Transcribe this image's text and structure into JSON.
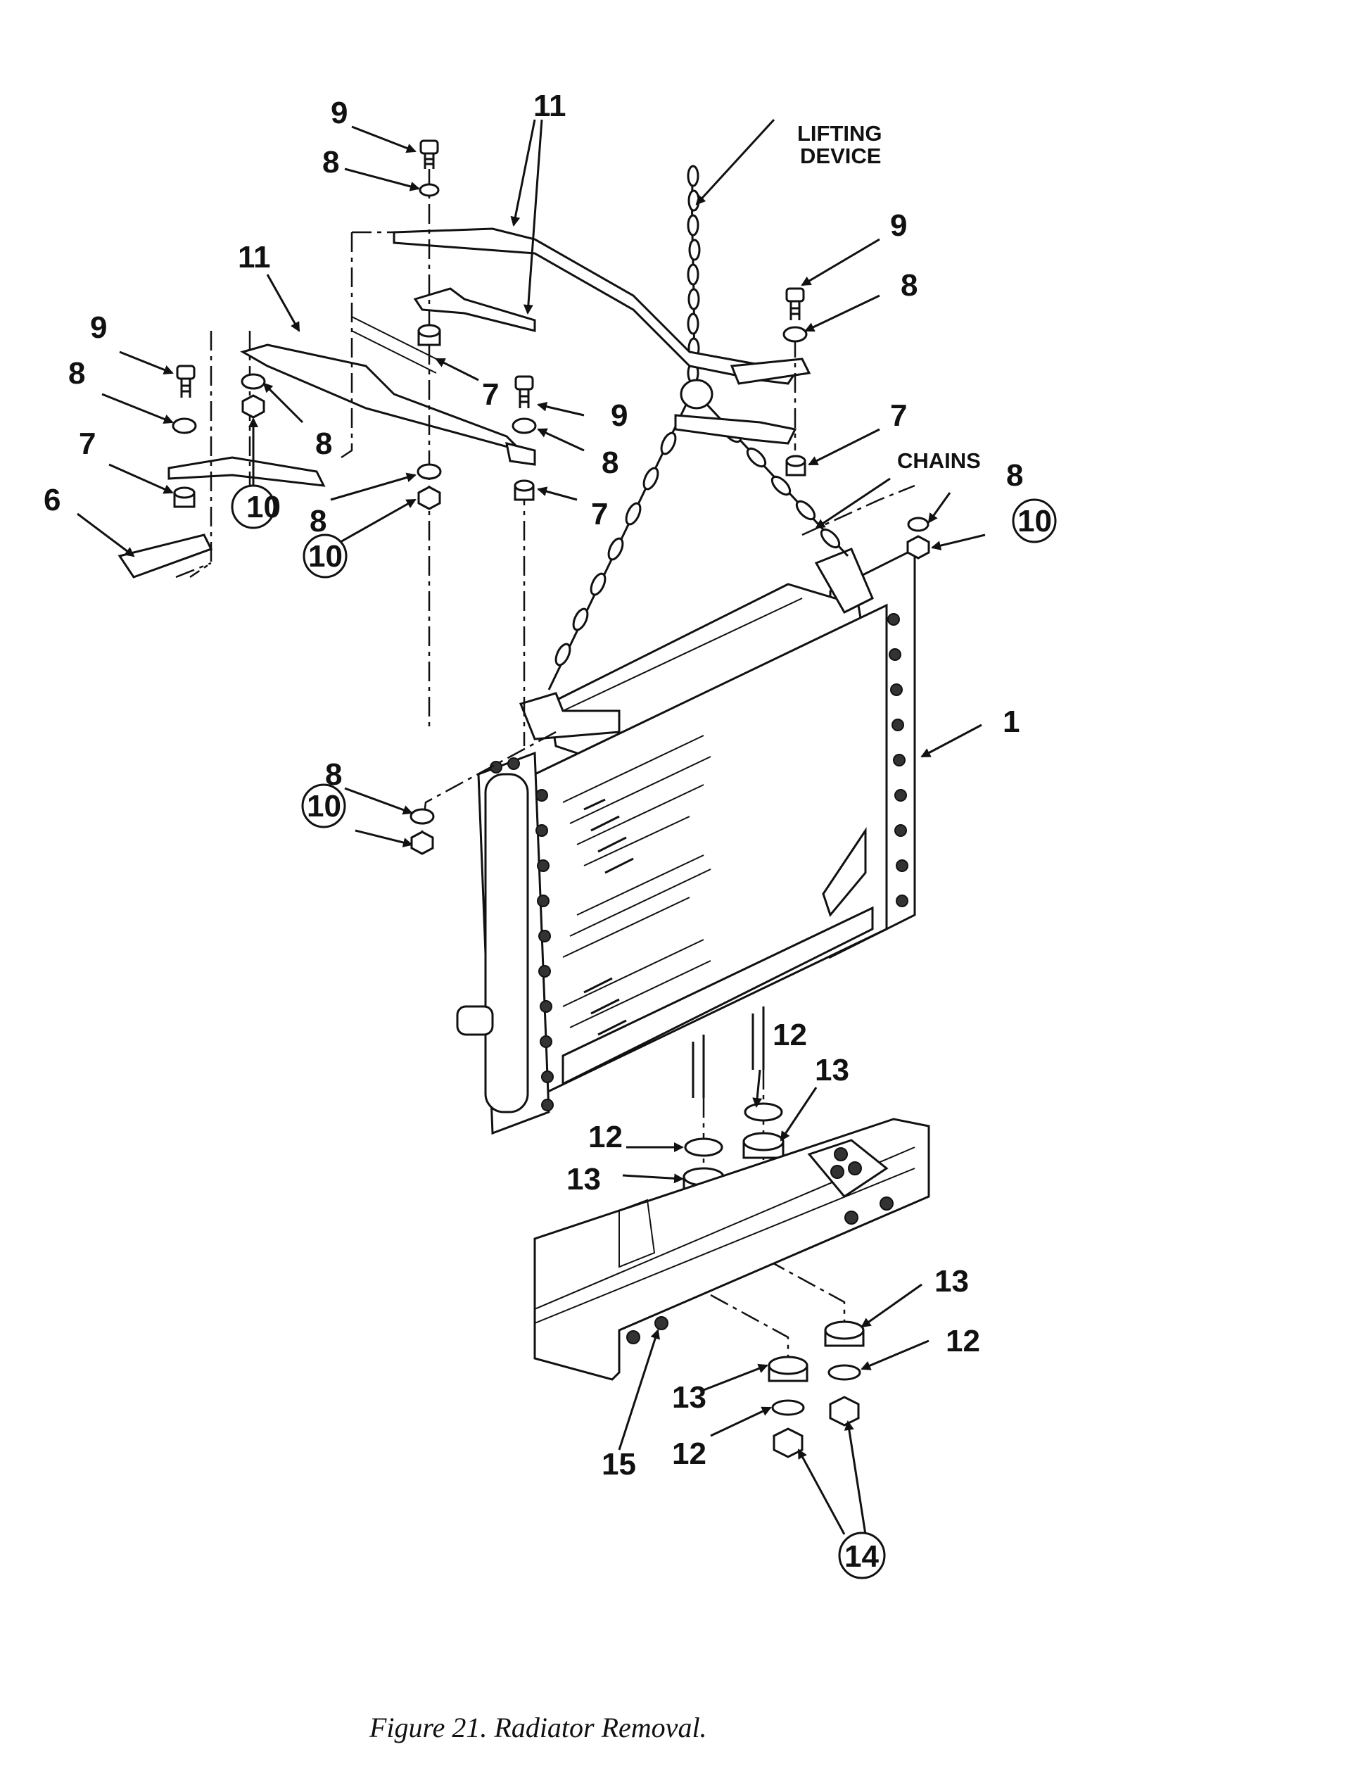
{
  "callouts": {
    "c1": "1",
    "c6": "6",
    "c7": "7",
    "c8": "8",
    "c9": "9",
    "c10": "10",
    "c11": "11",
    "c12": "12",
    "c13": "13",
    "c14": "14",
    "c15": "15",
    "lifting_device_line1": "LIFTING",
    "lifting_device_line2": "DEVICE",
    "chains": "CHAINS"
  },
  "figure": {
    "caption": "Figure 21. Radiator Removal."
  }
}
